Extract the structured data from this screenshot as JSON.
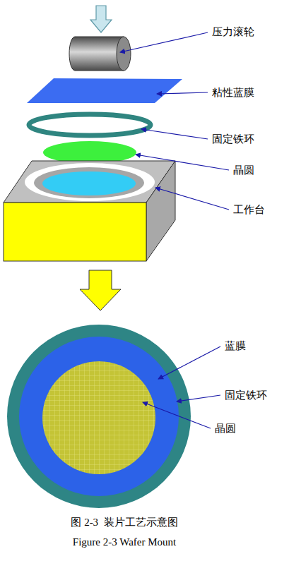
{
  "diagram": {
    "caption": "图 2-3  装片工艺示意图",
    "labels": [
      "压力滚轮",
      "粘性蓝膜",
      "固定铁环",
      "晶圆",
      "工作台",
      "蓝膜",
      "固定铁环",
      "晶圆",
      "Figure 2-3 Wafer Mount"
    ]
  }
}
